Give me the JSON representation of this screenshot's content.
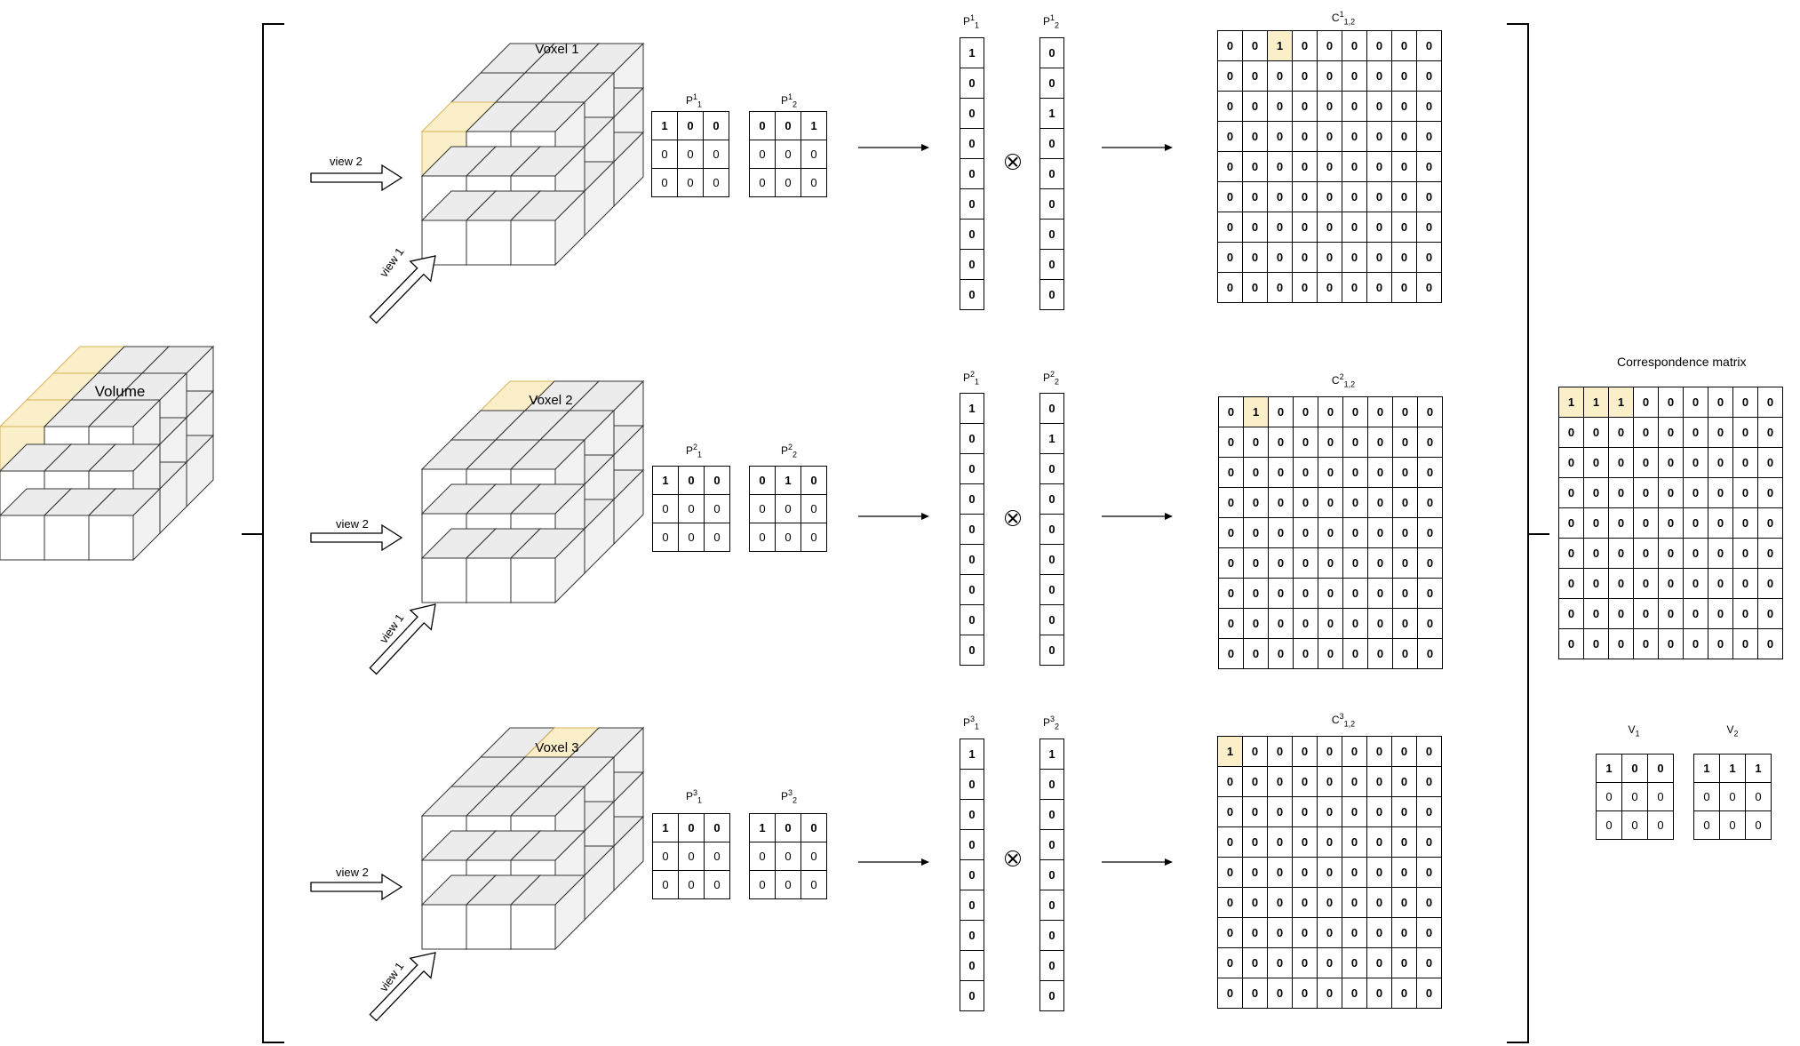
{
  "volume": {
    "title": "Volume"
  },
  "correspondence": {
    "title": "Correspondence matrix"
  },
  "rows": [
    {
      "voxel_title": "Voxel 1",
      "view1": "view 1",
      "view2": "view 2",
      "p1_label": {
        "base": "P",
        "sup": "1",
        "sub": "1"
      },
      "p2_label": {
        "base": "P",
        "sup": "1",
        "sub": "2"
      },
      "p1": [
        [
          1,
          0,
          0
        ],
        [
          0,
          0,
          0
        ],
        [
          0,
          0,
          0
        ]
      ],
      "p2": [
        [
          0,
          0,
          1
        ],
        [
          0,
          0,
          0
        ],
        [
          0,
          0,
          0
        ]
      ],
      "col1": [
        1,
        0,
        0,
        0,
        0,
        0,
        0,
        0,
        0
      ],
      "col2": [
        0,
        0,
        1,
        0,
        0,
        0,
        0,
        0,
        0
      ],
      "c_label": {
        "base": "C",
        "sup": "1",
        "sub": "1,2"
      },
      "hot_cell": [
        0,
        2
      ]
    },
    {
      "voxel_title": "Voxel 2",
      "view1": "view 1",
      "view2": "view 2",
      "p1_label": {
        "base": "P",
        "sup": "2",
        "sub": "1"
      },
      "p2_label": {
        "base": "P",
        "sup": "2",
        "sub": "2"
      },
      "p1": [
        [
          1,
          0,
          0
        ],
        [
          0,
          0,
          0
        ],
        [
          0,
          0,
          0
        ]
      ],
      "p2": [
        [
          0,
          1,
          0
        ],
        [
          0,
          0,
          0
        ],
        [
          0,
          0,
          0
        ]
      ],
      "col1": [
        1,
        0,
        0,
        0,
        0,
        0,
        0,
        0,
        0
      ],
      "col2": [
        0,
        1,
        0,
        0,
        0,
        0,
        0,
        0,
        0
      ],
      "c_label": {
        "base": "C",
        "sup": "2",
        "sub": "1,2"
      },
      "hot_cell": [
        0,
        1
      ]
    },
    {
      "voxel_title": "Voxel 3",
      "view1": "view 1",
      "view2": "view 2",
      "p1_label": {
        "base": "P",
        "sup": "3",
        "sub": "1"
      },
      "p2_label": {
        "base": "P",
        "sup": "3",
        "sub": "2"
      },
      "p1": [
        [
          1,
          0,
          0
        ],
        [
          0,
          0,
          0
        ],
        [
          0,
          0,
          0
        ]
      ],
      "p2": [
        [
          1,
          0,
          0
        ],
        [
          0,
          0,
          0
        ],
        [
          0,
          0,
          0
        ]
      ],
      "col1": [
        1,
        0,
        0,
        0,
        0,
        0,
        0,
        0,
        0
      ],
      "col2": [
        1,
        0,
        0,
        0,
        0,
        0,
        0,
        0,
        0
      ],
      "c_label": {
        "base": "C",
        "sup": "3",
        "sub": "1,2"
      },
      "hot_cell": [
        0,
        0
      ]
    }
  ],
  "final_matrix_first_row": [
    1,
    1,
    1,
    0,
    0,
    0,
    0,
    0,
    0
  ],
  "v1_label": {
    "base": "V",
    "sub": "1"
  },
  "v2_label": {
    "base": "V",
    "sub": "2"
  },
  "v1": [
    [
      1,
      0,
      0
    ],
    [
      0,
      0,
      0
    ],
    [
      0,
      0,
      0
    ]
  ],
  "v2": [
    [
      1,
      1,
      1
    ],
    [
      0,
      0,
      0
    ],
    [
      0,
      0,
      0
    ]
  ],
  "colors": {
    "highlight": "#fbefc9",
    "highlight_edge": "#d6b656",
    "cube_face": "#ffffff",
    "cube_side": "#f2f2f2",
    "cube_top": "#ececec"
  }
}
